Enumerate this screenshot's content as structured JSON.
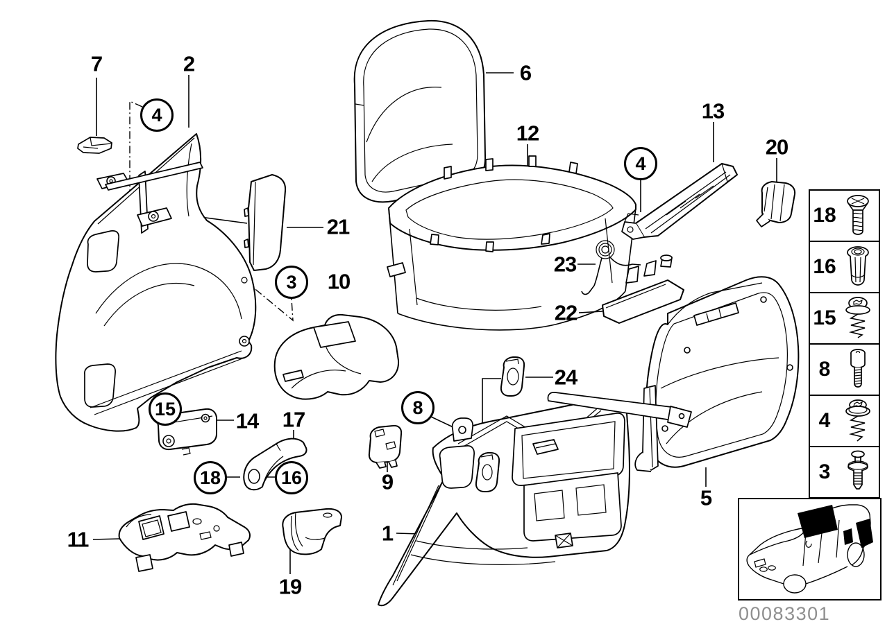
{
  "callouts": {
    "n1": "1",
    "n2": "2",
    "n3": "3",
    "n4": "4",
    "n5": "5",
    "n6": "6",
    "n7": "7",
    "n8": "8",
    "n9": "9",
    "n10": "10",
    "n11": "11",
    "n12": "12",
    "n13": "13",
    "n14": "14",
    "n15": "15",
    "n16": "16",
    "n17": "17",
    "n18": "18",
    "n19": "19",
    "n20": "20",
    "n21": "21",
    "n22": "22",
    "n23": "23",
    "n24": "24"
  },
  "legend": {
    "items": [
      {
        "label": "18",
        "icon": "countersunk-screw-icon"
      },
      {
        "label": "16",
        "icon": "expansion-plug-icon"
      },
      {
        "label": "15",
        "icon": "torx-washer-screw-icon"
      },
      {
        "label": "8",
        "icon": "stud-bolt-icon"
      },
      {
        "label": "4",
        "icon": "torx-washer-screw-icon"
      },
      {
        "label": "3",
        "icon": "expansion-rivet-icon"
      }
    ]
  },
  "inset": {
    "icon": "car-location-thumbnail"
  },
  "footer": {
    "doc_number": "00083301"
  },
  "colors": {
    "line": "#000000",
    "background": "#ffffff",
    "doc_number": "#8f8f8f"
  }
}
